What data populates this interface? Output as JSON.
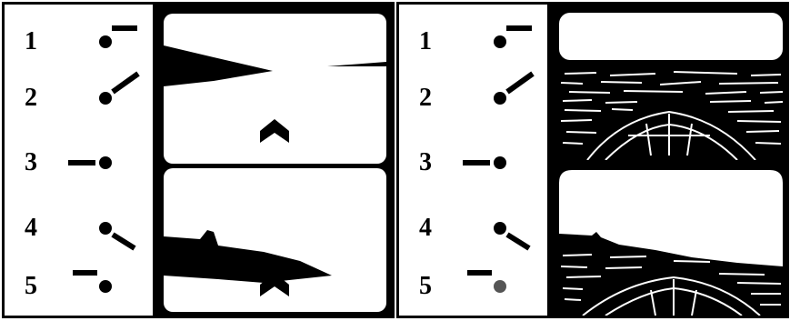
{
  "diagram": {
    "panels": [
      {
        "id": "left",
        "positions": [
          {
            "label": "1",
            "lever": "up-right-horizontal"
          },
          {
            "label": "2",
            "lever": "up-right-diagonal"
          },
          {
            "label": "3",
            "lever": "left-horizontal"
          },
          {
            "label": "4",
            "lever": "down-right-diagonal"
          },
          {
            "label": "5",
            "lever": "up-left-horizontal"
          }
        ],
        "views": [
          {
            "name": "upper-view",
            "style": "silhouette",
            "marker": "chevron-up-icon"
          },
          {
            "name": "lower-view",
            "style": "silhouette",
            "marker": "chevron-up-icon"
          }
        ]
      },
      {
        "id": "right",
        "positions": [
          {
            "label": "1",
            "lever": "up-right-horizontal"
          },
          {
            "label": "2",
            "lever": "up-right-diagonal"
          },
          {
            "label": "3",
            "lever": "left-horizontal"
          },
          {
            "label": "4",
            "lever": "down-right-diagonal"
          },
          {
            "label": "5",
            "lever": "up-left-horizontal"
          }
        ],
        "views": [
          {
            "name": "upper-view",
            "style": "boat-bow-photo"
          },
          {
            "name": "lower-view",
            "style": "boat-bow-photo"
          }
        ]
      }
    ],
    "colors": {
      "ink": "#000000",
      "paper": "#ffffff",
      "knob-5-right": "#555555"
    }
  }
}
